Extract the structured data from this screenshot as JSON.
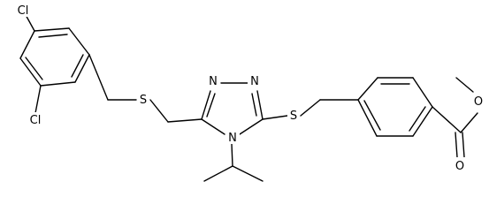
{
  "molecule": {
    "atoms": {
      "cl1": "Cl",
      "cl2": "Cl",
      "s_link": "S",
      "s_thio": "S",
      "n_left": "N",
      "n_right": "N",
      "n_ring": "N",
      "o_carbonyl": "O",
      "o_ester": "O"
    },
    "colors": {
      "ink": "#000000",
      "background": "#ffffff"
    }
  }
}
